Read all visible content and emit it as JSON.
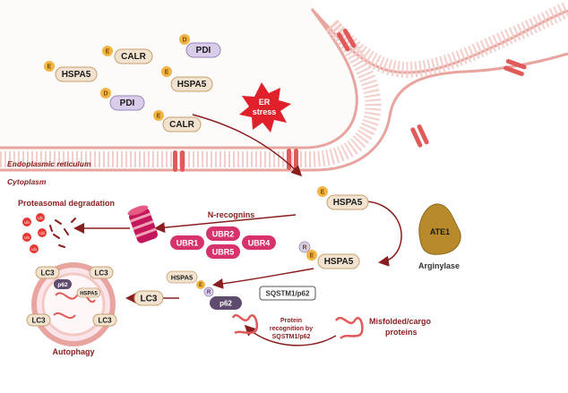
{
  "labels": {
    "er": "Endoplasmic reticulum",
    "cytoplasm": "Cytoplasm",
    "stress_line1": "ER",
    "stress_line2": "stress",
    "proteasomal": "Proteasomal degradation",
    "n_recognins": "N-recognins",
    "ate1": "ATE1",
    "arginylase": "Arginylase",
    "autophagy": "Autophagy",
    "sqstm": "SQSTM1/p62",
    "recog_1": "Protein",
    "recog_2": "recognition by",
    "recog_3": "SQSTM1/p62",
    "misfolded_1": "Misfolded/cargo",
    "misfolded_2": "proteins",
    "lc3_out": "LC3",
    "lc3_tl": "LC3",
    "lc3_tr": "LC3",
    "lc3_bl": "LC3",
    "lc3_br": "LC3",
    "p62_mid": "p62",
    "p62_aut": "p62",
    "hspa5_aut": "HSPA5",
    "hspa5_small": "HSPA5",
    "ub1": "Ub",
    "ub2": "Ub",
    "ub3": "Ub",
    "ub4": "Ub",
    "ub5": "Ub"
  },
  "er_proteins": [
    {
      "name": "CALR",
      "badge": "E"
    },
    {
      "name": "PDI",
      "badge": "D"
    },
    {
      "name": "HSPA5",
      "badge": "E"
    },
    {
      "name": "HSPA5",
      "badge": "E"
    },
    {
      "name": "PDI",
      "badge": "D"
    },
    {
      "name": "CALR",
      "badge": "E"
    }
  ],
  "hspa5_cyto": {
    "name": "HSPA5",
    "badge": "E"
  },
  "hspa5_arg": {
    "name": "HSPA5",
    "badge_e": "E",
    "badge_r": "R"
  },
  "ubr": [
    "UBR1",
    "UBR2",
    "UBR4",
    "UBR5"
  ],
  "badges": {
    "small_e": "E",
    "small_r": "R"
  },
  "colors": {
    "membrane": "#e8a5a0",
    "channel": "#e05a5a",
    "arrow": "#8a1d1d",
    "pill_lavender": "#d9cdea",
    "pill_beige": "#f1e3cf",
    "badge": "#f2b544",
    "ubr": "#d6336c",
    "ate1": "#b88a2c",
    "stress": "#e0202a"
  }
}
